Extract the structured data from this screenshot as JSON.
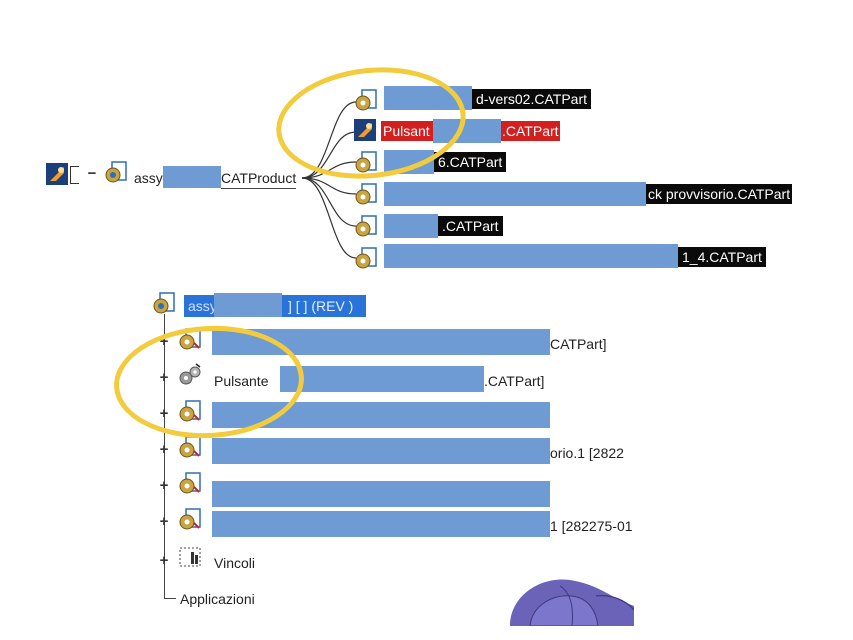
{
  "top_tree": {
    "root_label_prefix": "assy",
    "root_label_suffix": "CATProduct",
    "children": [
      {
        "suffix": "d-vers02.CATPart",
        "style": "black"
      },
      {
        "prefix": "Pulsant",
        "suffix": ".CATPart",
        "style": "red"
      },
      {
        "suffix": "6.CATPart",
        "style": "black"
      },
      {
        "suffix": "ck provvisorio.CATPart",
        "style": "black"
      },
      {
        "suffix": ".CATPart",
        "style": "black"
      },
      {
        "suffix": "1_4.CATPart",
        "style": "black"
      }
    ]
  },
  "bottom_tree": {
    "root_label_prefix": "assy",
    "root_label_suffix": "] [ ] (REV )",
    "rows": [
      {
        "prefix": "",
        "suffix": "CATPart]"
      },
      {
        "prefix": "Pulsante",
        "suffix": ".CATPart]"
      },
      {
        "prefix": "",
        "suffix": ""
      },
      {
        "prefix": "",
        "suffix": "orio.1  [2822"
      },
      {
        "prefix": "",
        "suffix": ""
      },
      {
        "prefix": "",
        "suffix": "1  [282275-01"
      }
    ],
    "constraints_label": "Vincoli",
    "applications_label": "Applicazioni"
  },
  "colors": {
    "highlight_ellipse": "#f2cc3c",
    "redaction_mask": "#6f9bd4",
    "label_black": "#0a0a0a",
    "label_red": "#d21f1f",
    "selection_blue": "#2a74d9"
  }
}
